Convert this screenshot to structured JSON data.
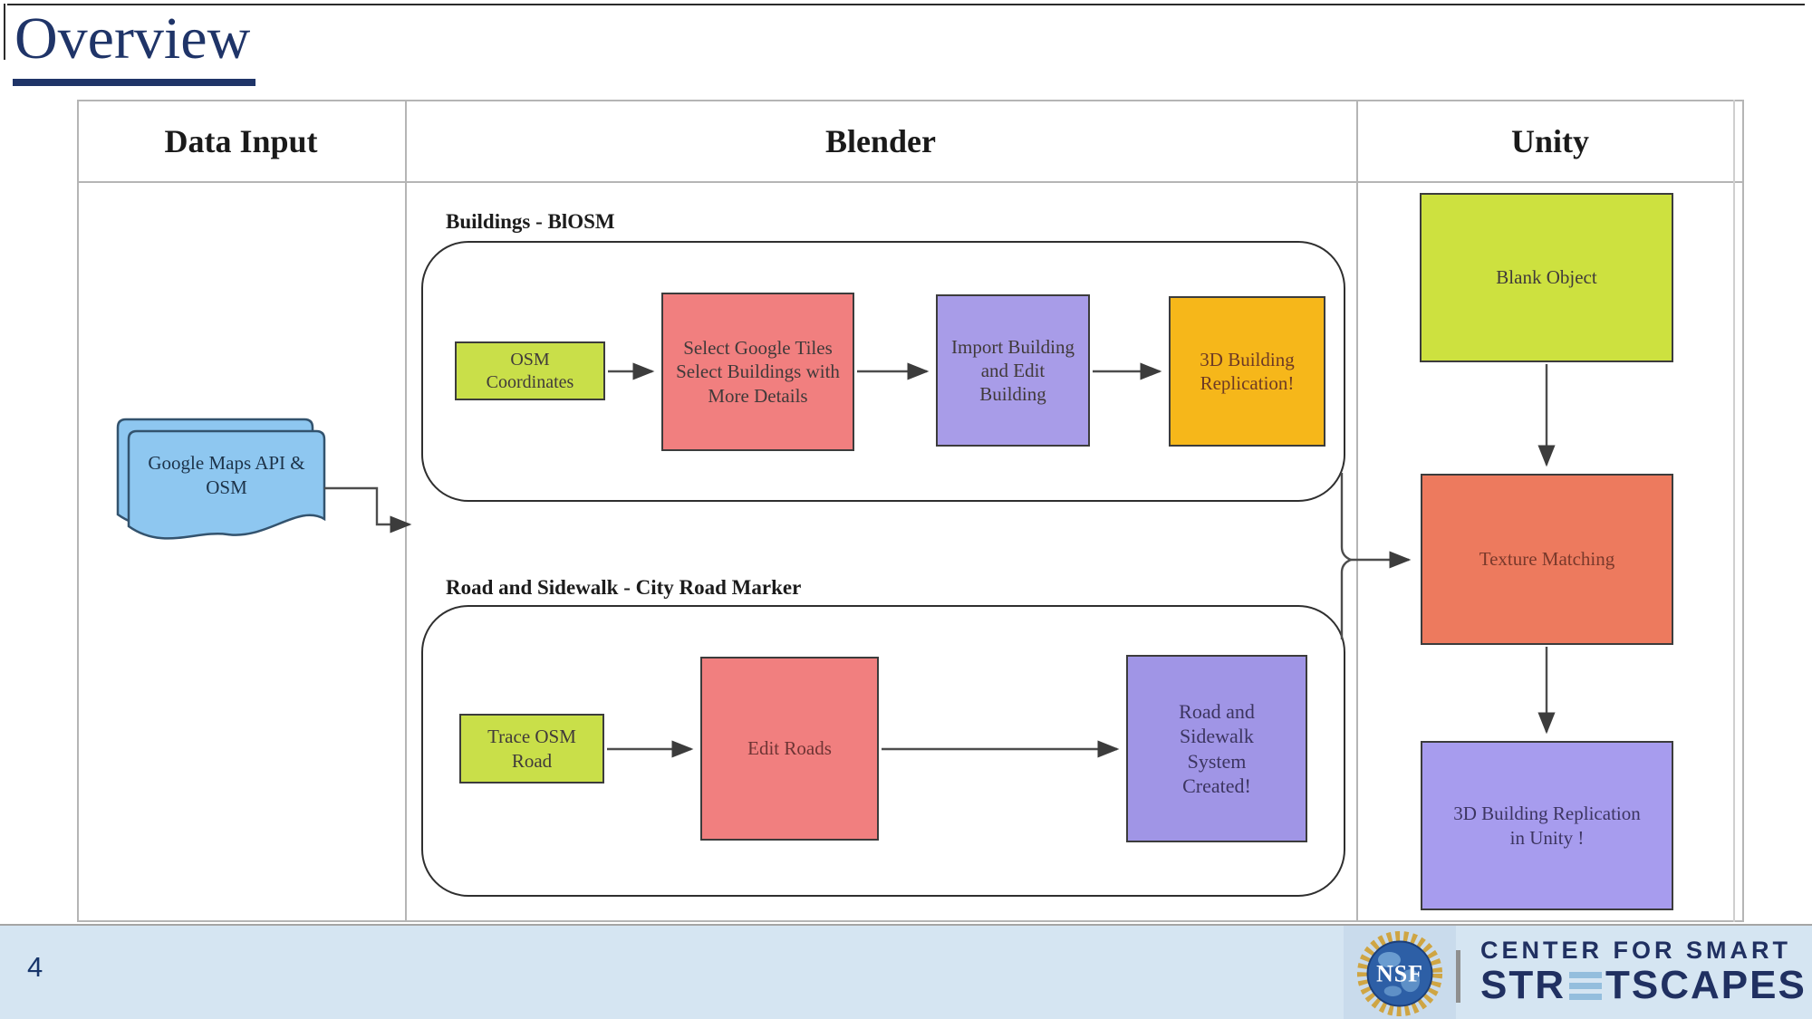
{
  "title": "Overview",
  "columns": {
    "data_input": "Data Input",
    "blender": "Blender",
    "unity": "Unity"
  },
  "data_input": {
    "doc_label": "Google Maps API & OSM"
  },
  "blender": {
    "buildings": {
      "label": "Buildings - BlOSM",
      "steps": [
        {
          "label": "OSM Coordinates",
          "fill": "#c9df49"
        },
        {
          "label": "Select Google Tiles Select Buildings with More Details",
          "fill": "#f17f7f"
        },
        {
          "label": "Import Building and Edit Building",
          "fill": "#a89ce8"
        },
        {
          "label": "3D Building Replication!",
          "fill": "#f6b71a"
        }
      ]
    },
    "roads": {
      "label": "Road and Sidewalk - City Road Marker",
      "steps": [
        {
          "label": "Trace OSM Road",
          "fill": "#c9df49"
        },
        {
          "label": "Edit Roads",
          "fill": "#f17f7f"
        },
        {
          "label": "Road and Sidewalk System Created!",
          "fill": "#a095e6"
        }
      ]
    }
  },
  "unity": {
    "steps": [
      {
        "label": "Blank Object",
        "fill": "#cde13f"
      },
      {
        "label": "Texture Matching",
        "fill": "#ed7a5e"
      },
      {
        "label": "3D Building Replication in Unity !",
        "fill": "#a79cee"
      }
    ]
  },
  "footer": {
    "page_number": "4",
    "nsf_acronym": "NSF",
    "brand_line1": "CENTER FOR SMART",
    "brand_line2_prefix": "STR",
    "brand_line2_suffix": "TSCAPES"
  },
  "colors": {
    "title_navy": "#1f3468",
    "doc_blue": "#8ec7f0",
    "footer_bg": "#d5e5f2",
    "brand_navy": "#203061",
    "brand_blue": "#94bedd"
  }
}
